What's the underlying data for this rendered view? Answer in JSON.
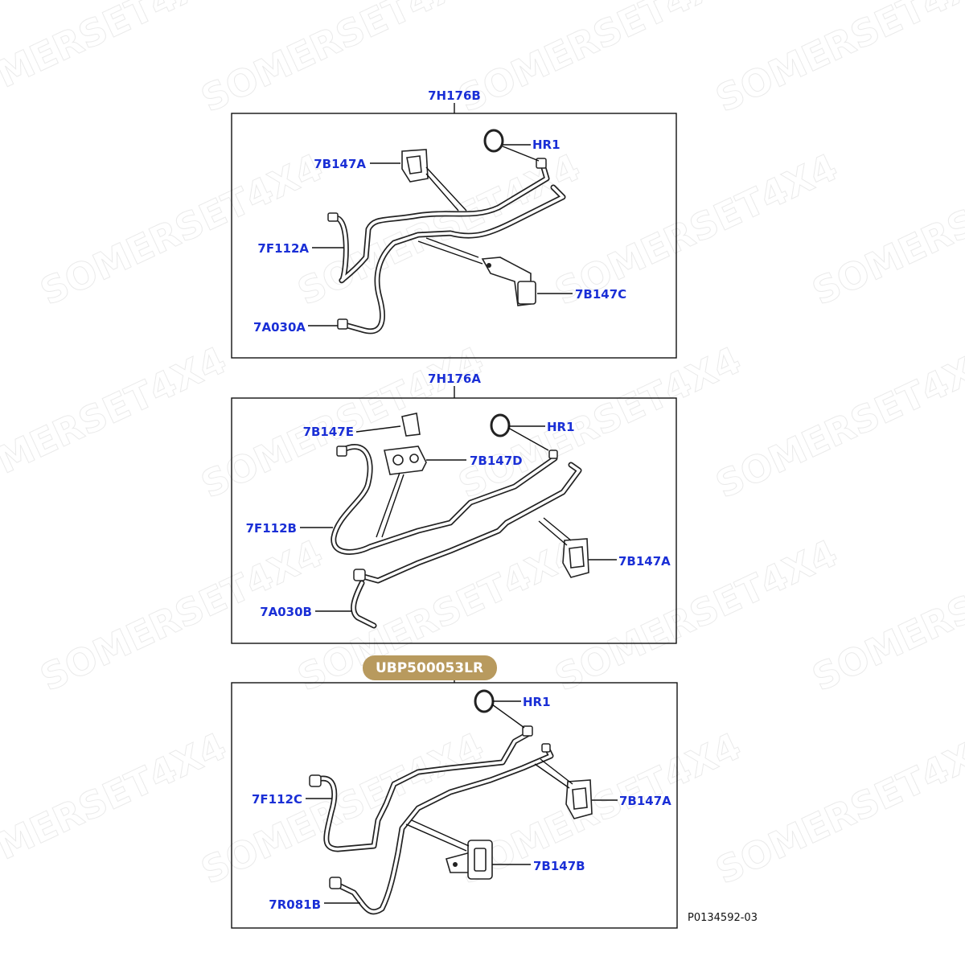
{
  "watermark": "SOMERSET4X4",
  "panels": [
    {
      "title": "7H176B",
      "labels": {
        "hr1": "HR1",
        "b147a": "7B147A",
        "f112a": "7F112A",
        "b147c": "7B147C",
        "a030a": "7A030A"
      }
    },
    {
      "title": "7H176A",
      "labels": {
        "b147e": "7B147E",
        "hr1": "HR1",
        "b147d": "7B147D",
        "f112b": "7F112B",
        "b147a": "7B147A",
        "a030b": "7A030B"
      }
    },
    {
      "title": "UBP500053LR",
      "labels": {
        "hr1": "HR1",
        "f112c": "7F112C",
        "b147a": "7B147A",
        "b147b": "7B147B",
        "r081b": "7R081B"
      }
    }
  ],
  "reference": "P0134592-03",
  "colors": {
    "label": "#1a2fd6",
    "badge": "#b89a5e",
    "line": "#111111"
  }
}
